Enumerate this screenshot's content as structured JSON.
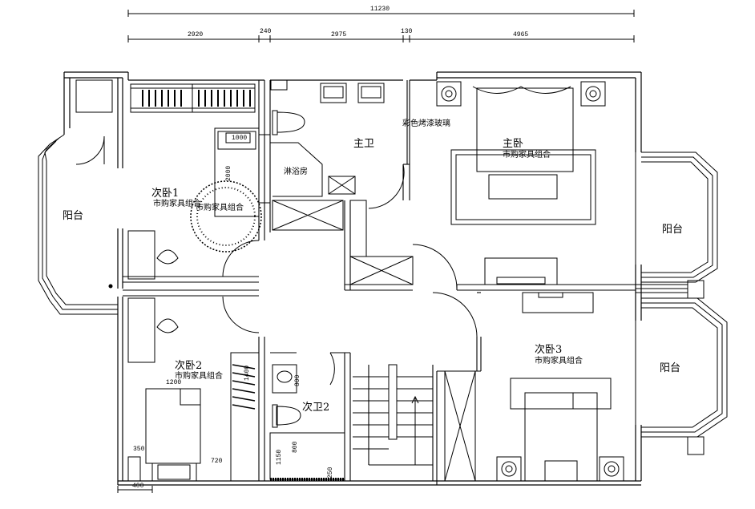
{
  "dimensions": {
    "total": "11230",
    "segments": [
      "2920",
      "240",
      "2975",
      "130",
      "4965"
    ],
    "inner": [
      "1000",
      "2000",
      "1200",
      "350",
      "720",
      "800",
      "1150",
      "800",
      "250",
      "400",
      "1400"
    ]
  },
  "rooms": {
    "balcony_left": "阳台",
    "bedroom1": "次卧1",
    "bedroom1_sub": "市购家具组合",
    "bedroom1_overlay": "市购家具组合",
    "shower": "淋浴房",
    "master_bath": "主卫",
    "glass_note": "彩色烤漆玻璃",
    "master_bedroom": "主卧",
    "master_bedroom_sub": "市购家具组合",
    "balcony_right_top": "阳台",
    "balcony_right_bottom": "阳台",
    "bedroom2": "次卧2",
    "bedroom2_sub": "市购家具组合",
    "bath2": "次卫2",
    "bedroom3": "次卧3",
    "bedroom3_sub": "市购家具组合"
  }
}
